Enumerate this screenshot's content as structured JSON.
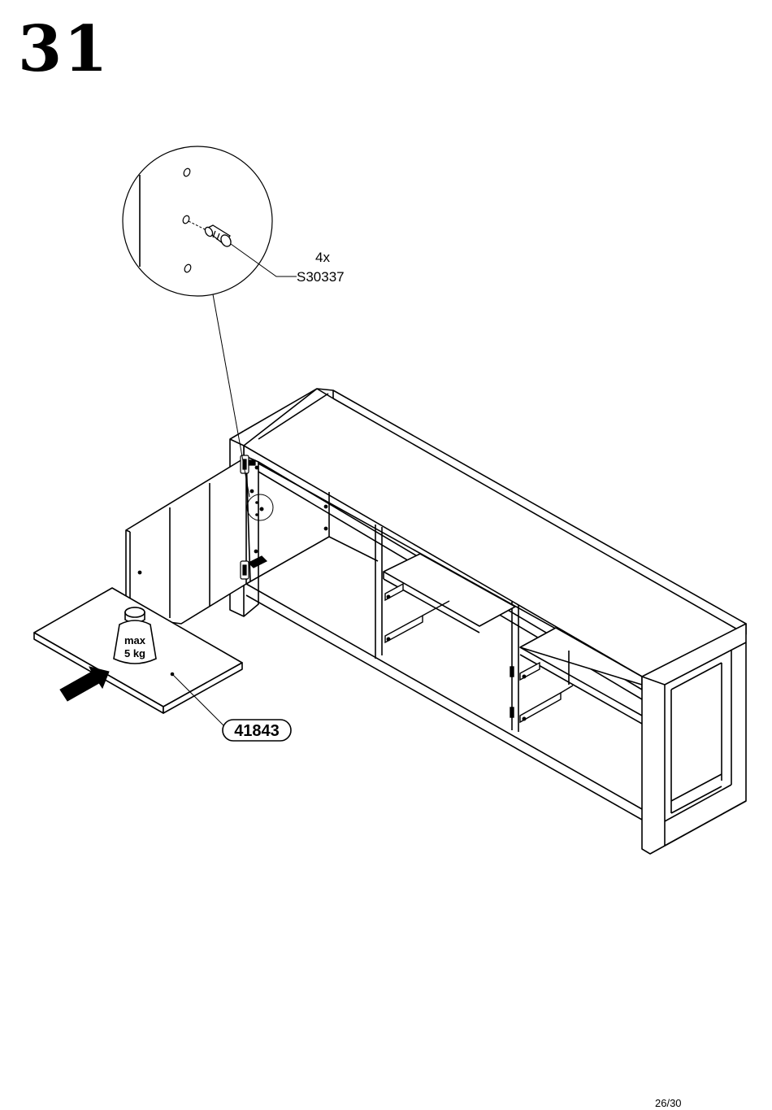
{
  "step": {
    "number": "31"
  },
  "callout": {
    "quantity": "4x",
    "part_code": "S30337"
  },
  "shelf": {
    "part_code": "41843"
  },
  "weight": {
    "line1": "max",
    "line2": "5 kg"
  },
  "footer": {
    "page": "26/30"
  }
}
